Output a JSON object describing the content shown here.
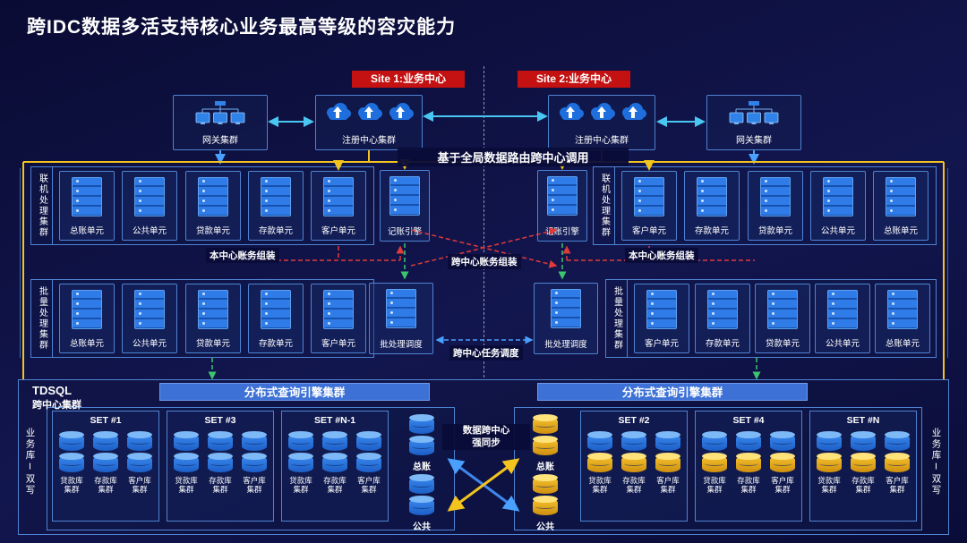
{
  "title": "跨IDC数据多活支持核心业务最高等级的容灾能力",
  "sites": {
    "site1": "Site 1:业务中心",
    "site2": "Site 2:业务中心"
  },
  "top_row": {
    "gateway_left": "网关集群",
    "registry_left": "注册中心集群",
    "registry_right": "注册中心集群",
    "gateway_right": "网关集群"
  },
  "routing_banner": "基于全局数据路由跨中心调用",
  "online_left": {
    "group": "联机处理集群",
    "u0": "总账单元",
    "u1": "公共单元",
    "u2": "贷款单元",
    "u3": "存款单元",
    "u4": "客户单元",
    "engine": "记账引擎"
  },
  "online_right": {
    "group": "联机处理集群",
    "engine": "记账引擎",
    "u0": "客户单元",
    "u1": "存款单元",
    "u2": "贷款单元",
    "u3": "公共单元",
    "u4": "总账单元"
  },
  "batch_left": {
    "group": "批量处理集群",
    "u0": "总账单元",
    "u1": "公共单元",
    "u2": "贷款单元",
    "u3": "存款单元",
    "u4": "客户单元",
    "scheduler": "批处理调度"
  },
  "batch_right": {
    "group": "批量处理集群",
    "scheduler": "批处理调度",
    "u0": "客户单元",
    "u1": "存款单元",
    "u2": "贷款单元",
    "u3": "公共单元",
    "u4": "总账单元"
  },
  "labels": {
    "assemble_local_left": "本中心账务组装",
    "assemble_cross": "跨中心账务组装",
    "assemble_local_right": "本中心账务组装",
    "cross_task": "跨中心任务调度",
    "sync_line1": "数据跨中心",
    "sync_line2": "强同步"
  },
  "tdsql": {
    "name": "TDSQL",
    "subname": "跨中心集群",
    "query_left": "分布式查询引擎集群",
    "query_right": "分布式查询引擎集群",
    "dual_left": "业务库I双写",
    "dual_right": "业务库I双写",
    "set1": "SET #1",
    "set3": "SET #3",
    "setn1": "SET #N-1",
    "set2": "SET #2",
    "set4": "SET #4",
    "setn": "SET #N",
    "col_loan": "贷款库集群",
    "col_deposit": "存款库集群",
    "col_customer": "客户库集群",
    "ledger": "总账",
    "public_db": "公共"
  },
  "colors": {
    "accent_yellow": "#f2c41d",
    "accent_red": "#c41111",
    "server_blue": "#2f7ce8",
    "db_yellow": "#f6c32e"
  }
}
